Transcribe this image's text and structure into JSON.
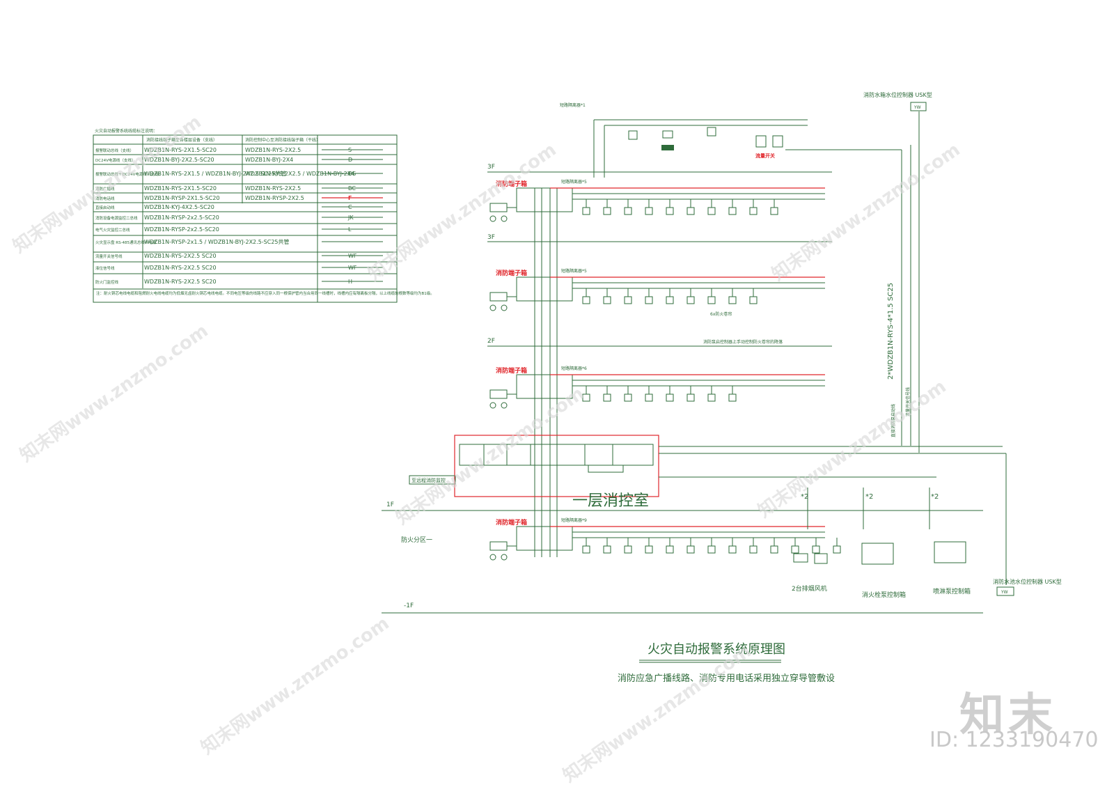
{
  "legend": {
    "title": "火灾自动报警系统线缆标注说明：",
    "col1_header": "消防接线端子箱至各楼层设备（支线）",
    "col2_header": "消防控制中心至消防接线端子箱（干线）",
    "rows": [
      {
        "name": "报警联动总线（支线）",
        "a": "WDZB1N-RYS-2X1.5-SC20",
        "b": "WDZB1N-RYS-2X2.5",
        "sym": "S"
      },
      {
        "name": "DC24V电源线（支线）",
        "a": "WDZB1N-BYJ-2X2.5-SC20",
        "b": "WDZB1N-BYJ-2X4",
        "sym": "D"
      },
      {
        "name": "报警联动总线＋DC24V电源线（支线）",
        "a": "WDZB1N-RYS-2X1.5 / WDZB1N-BYJ-2X2.5 SC25共管",
        "b": "WDZB1N-RYS-2X2.5 / WDZB1N-BYJ-2X4",
        "sym": "DS"
      },
      {
        "name": "消防广播线",
        "a": "WDZB1N-RYS-2X1.5-SC20",
        "b": "WDZB1N-RYS-2X2.5",
        "sym": "BC"
      },
      {
        "name": "消防电话线",
        "a": "WDZB1N-RYSP-2X1.5-SC20",
        "b": "WDZB1N-RYSP-2X2.5",
        "sym": "F"
      },
      {
        "name": "直接启动线",
        "a": "WDZB1N-KYJ-4X2.5-SC20",
        "b": "",
        "sym": "C"
      },
      {
        "name": "消防设备电源监控二总线",
        "a": "WDZB1N-RYSP-2x2.5-SC20",
        "b": "",
        "sym": "JK"
      },
      {
        "name": "电气火灾监控二总线",
        "a": "WDZB1N-RYSP-2x2.5-SC20",
        "b": "",
        "sym": "L"
      },
      {
        "name": "火灾显示盘 RS-485通讯总线＋电源",
        "a": "WDZB1N-RYSP-2x1.5 / WDZB1N-BYJ-2X2.5-SC25共管",
        "b": "",
        "sym": ""
      },
      {
        "name": "流量开关信号线",
        "a": "WDZB1N-RYS-2X2.5 SC20",
        "b": "",
        "sym": "WF"
      },
      {
        "name": "液位信号线",
        "a": "WDZB1N-RYS-2X2.5 SC20",
        "b": "",
        "sym": "WF"
      },
      {
        "name": "防火门监控线",
        "a": "WDZB1N-RYS-2X2.5 SC20",
        "b": "",
        "sym": "H"
      }
    ],
    "note": "注：耐火铜芯电线电缆和阻燃耐火电线电缆均为低烟无卤耐火铜芯电线电缆。不同电压等级的线路不应穿入同一根保护管内当合用同一线槽时，线槽内应有隔离板分隔，以上线缆的根数等级均为B1级。"
  },
  "diagram": {
    "floors": {
      "f3": "3F",
      "f2": "2F",
      "f1": "1F",
      "fb1": "-1F"
    },
    "zone": "防火分区一",
    "terminal_box": "消防端子箱",
    "isolator_top": "短路隔离器*1",
    "isolators": [
      "短路隔离器*5",
      "短路隔离器*5",
      "短路隔离器*6",
      "短路隔离器*9"
    ],
    "control_room": "一层消控室",
    "remote_monitor": "至远程消防监控",
    "tank_controller": "消防水箱水位控制器 USK型",
    "pool_controller": "消防水池水位控制器 USK型",
    "yw": "YW",
    "flow_switch": "流量开关",
    "riser_label": "2*WDZB1N-RYS-4*1.5 SC25",
    "pump_labels": [
      "直接消防泵启动线",
      "流量开关信号线"
    ],
    "exhaust_fan": "2台排烟风机",
    "hydrant_pump": "消火栓泵控制箱",
    "spray_pump": "喷淋泵控制箱",
    "f2_note": "消防泵启控制器上手动控制防火卷帘的降落",
    "roller_note": "6x防火卷帘",
    "title": "火灾自动报警系统原理图",
    "subtitle": "消防应急广播线路、消防专用电话采用独立穿导管敷设"
  },
  "watermark": {
    "site": "知末网www.znzmo.com",
    "brand": "知末",
    "id": "ID: 1233190470"
  },
  "colors": {
    "line": "#2e6b3a",
    "red": "#e0262b"
  }
}
